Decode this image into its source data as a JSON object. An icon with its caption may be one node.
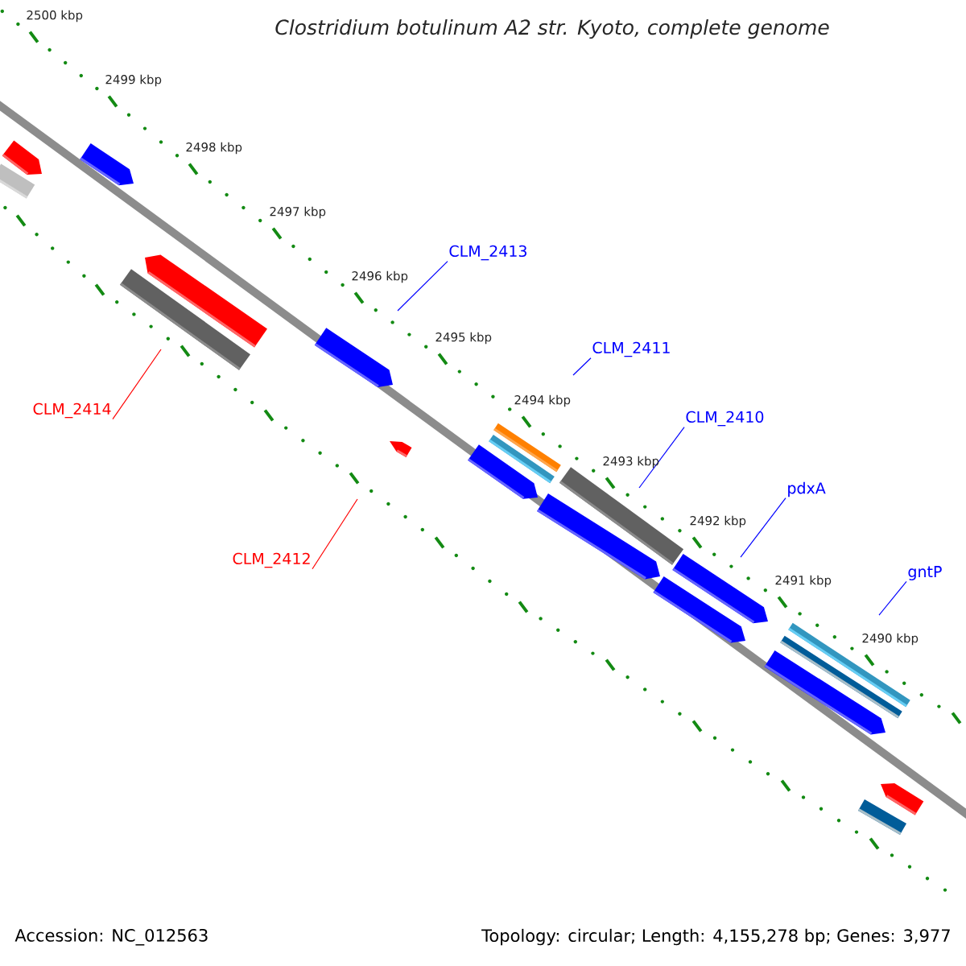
{
  "diagram": {
    "title": "Clostridium botulinum A2 str. Kyoto, complete genome",
    "nodes": [
      {
        "text": [
          "CLM_2413"
        ]
      },
      {
        "text": [
          "CLM_2411"
        ]
      },
      {
        "text": [
          "CLM_2414"
        ]
      },
      {
        "text": [
          "CLM_2410"
        ]
      },
      {
        "text": [
          "pdxA"
        ]
      },
      {
        "text": [
          "CLM_2412"
        ]
      },
      {
        "text": [
          "gntP"
        ]
      }
    ],
    "edges": [
      {
        "from": 0,
        "to": null,
        "arrow": "none"
      },
      {
        "from": 1,
        "to": null,
        "arrow": "none"
      },
      {
        "from": 2,
        "to": null,
        "arrow": "none",
        "color": "#ff0000"
      },
      {
        "from": 3,
        "to": null,
        "arrow": "none"
      },
      {
        "from": 4,
        "to": null,
        "arrow": "none"
      },
      {
        "from": 5,
        "to": null,
        "arrow": "none",
        "color": "#ff0000"
      },
      {
        "from": 6,
        "to": null,
        "arrow": "none"
      }
    ],
    "labels": [
      "2500 kbp",
      "2499 kbp",
      "2498 kbp",
      "2497 kbp",
      "2496 kbp",
      "2495 kbp",
      "2494 kbp",
      "2493 kbp",
      "2492 kbp",
      "2491 kbp",
      "2490 kbp",
      "Accession: NC_012563",
      "Topology: circular; Length: 4,155,278 bp; Genes: 3,977"
    ]
  }
}
